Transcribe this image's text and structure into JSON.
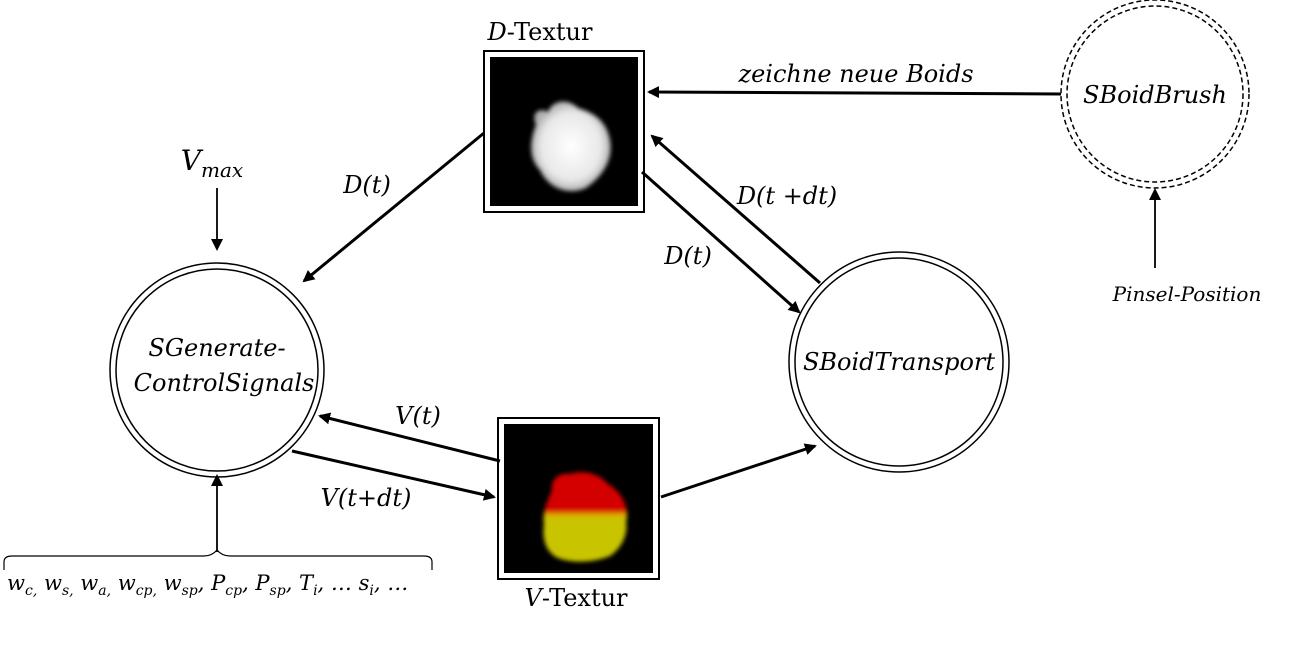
{
  "nodes": {
    "generate_line1": "SGenerate-",
    "generate_line2": "ControlSignals",
    "transport": "SBoidTransport",
    "brush": "SBoidBrush"
  },
  "textures": {
    "d_prefix": "D",
    "d_suffix": "-Textur",
    "v_prefix": "V",
    "v_suffix": "-Textur"
  },
  "edges": {
    "d_to_generate": "D(t)",
    "d_to_transport": "D(t)",
    "transport_to_d": "D(t +dt)",
    "v_to_generate": "V(t)",
    "generate_to_v": "V(t+dt)",
    "brush_to_d": "zeichne neue Boids"
  },
  "inputs": {
    "vmax_base": "V",
    "vmax_sub": "max",
    "pinsel": "Pinsel-Position",
    "params": [
      {
        "base": "w",
        "sub": "c,"
      },
      {
        "base": " w",
        "sub": "s,"
      },
      {
        "base": " w",
        "sub": "a,"
      },
      {
        "base": " w",
        "sub": "cp,"
      },
      {
        "base": " w",
        "sub": "sp"
      },
      {
        "base": ", P",
        "sub": "cp"
      },
      {
        "base": ", P",
        "sub": "sp"
      },
      {
        "base": ", T",
        "sub": "i"
      },
      {
        "base": ", … s",
        "sub": "i"
      },
      {
        "base": ", …",
        "sub": ""
      }
    ]
  },
  "colors": {
    "line": "#000000",
    "background": "#ffffff",
    "texture_bg": "#000000",
    "v_red": "#d40000",
    "v_yellow": "#c9c400"
  }
}
